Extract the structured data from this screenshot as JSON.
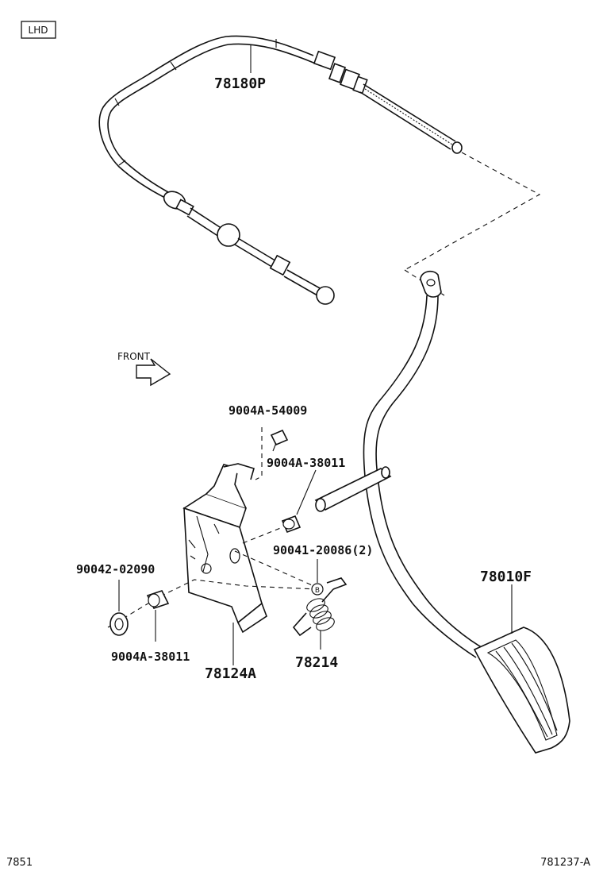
{
  "header": {
    "badge": "LHD"
  },
  "front_marker": {
    "label": "FRONT"
  },
  "parts": {
    "cable": "78180P",
    "pedal": "78010F",
    "bracket": "78124A",
    "spring": "78214",
    "bolt_top": "9004A-54009",
    "bushing_right": "9004A-38011",
    "washer": "90042-02090",
    "bushing_left": "9004A-38011",
    "pin": "90041-20086(2)"
  },
  "callout": {
    "marker": "B"
  },
  "footer": {
    "left_code": "7851",
    "right_code": "781237-A"
  }
}
